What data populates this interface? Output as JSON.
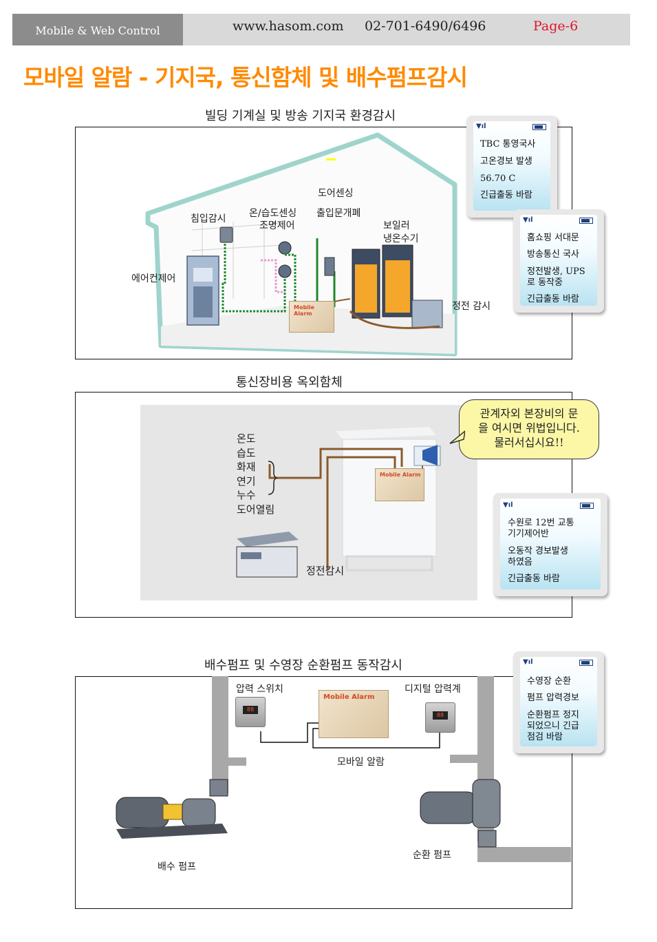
{
  "header": {
    "left": "Mobile & Web Control",
    "url": "www.hasom.com",
    "phone": "02-701-6490/6496",
    "page": "Page-6"
  },
  "title": "모바일 알람 - 기지국, 통신함체 및 배수펌프감시",
  "section1": {
    "title": "빌딩 기계실 및 방송 기지국 환경감시",
    "labels": {
      "door_sensing": "도어센싱",
      "intrusion": "침입감시",
      "temp_humid": "온/습도센싱",
      "lighting": "조명제어",
      "access": "출입문개폐",
      "boiler": "보일러",
      "hvac": "냉온수기",
      "aircon": "에어컨제어",
      "power": "정전 감시"
    },
    "phone1": [
      "TBC 통영국사",
      "고온경보 발생",
      "56.70 C",
      "긴급출동 바람"
    ],
    "phone2": [
      "홈쇼핑 서대문",
      "방송통신 국사",
      "정전발생, UPS",
      "로 동작중",
      "긴급출동 바람"
    ]
  },
  "section2": {
    "title": "통신장비용 옥외함체",
    "sensors": [
      "온도",
      "습도",
      "화재",
      "연기",
      "누수",
      "도어열림"
    ],
    "power": "정전감시",
    "bubble": [
      "관계자외 본장비의 문",
      "을 여시면 위법입니다.",
      "물러서십시요!!"
    ],
    "phone": [
      "수원로 12번 교통",
      "기기제어반",
      "오동작 경보발생",
      "하였음",
      "긴급출동 바람"
    ]
  },
  "section3": {
    "title": "배수펌프 및 수영장 순환펌프 동작감시",
    "pressure_switch": "압력 스위치",
    "digital_gauge": "디지털 압력계",
    "mobile_alarm": "모바일 알람",
    "drain_pump": "배수 펌프",
    "circ_pump": "순환 펌프",
    "phone": [
      "수영장 순환",
      "펌프 압력경보",
      "순환펌프 정지",
      "되었으니 긴급",
      "점검 바람"
    ]
  },
  "device": {
    "alarm_label": "Mobile Alarm"
  },
  "colors": {
    "title": "#ff8a00",
    "page": "#e0162b",
    "wire_green": "#1e8a2e",
    "wire_brown": "#8a5a2b",
    "wire_pink": "#e89bd0",
    "house": "#9fd4cc",
    "pipe": "#a8a8a8"
  }
}
